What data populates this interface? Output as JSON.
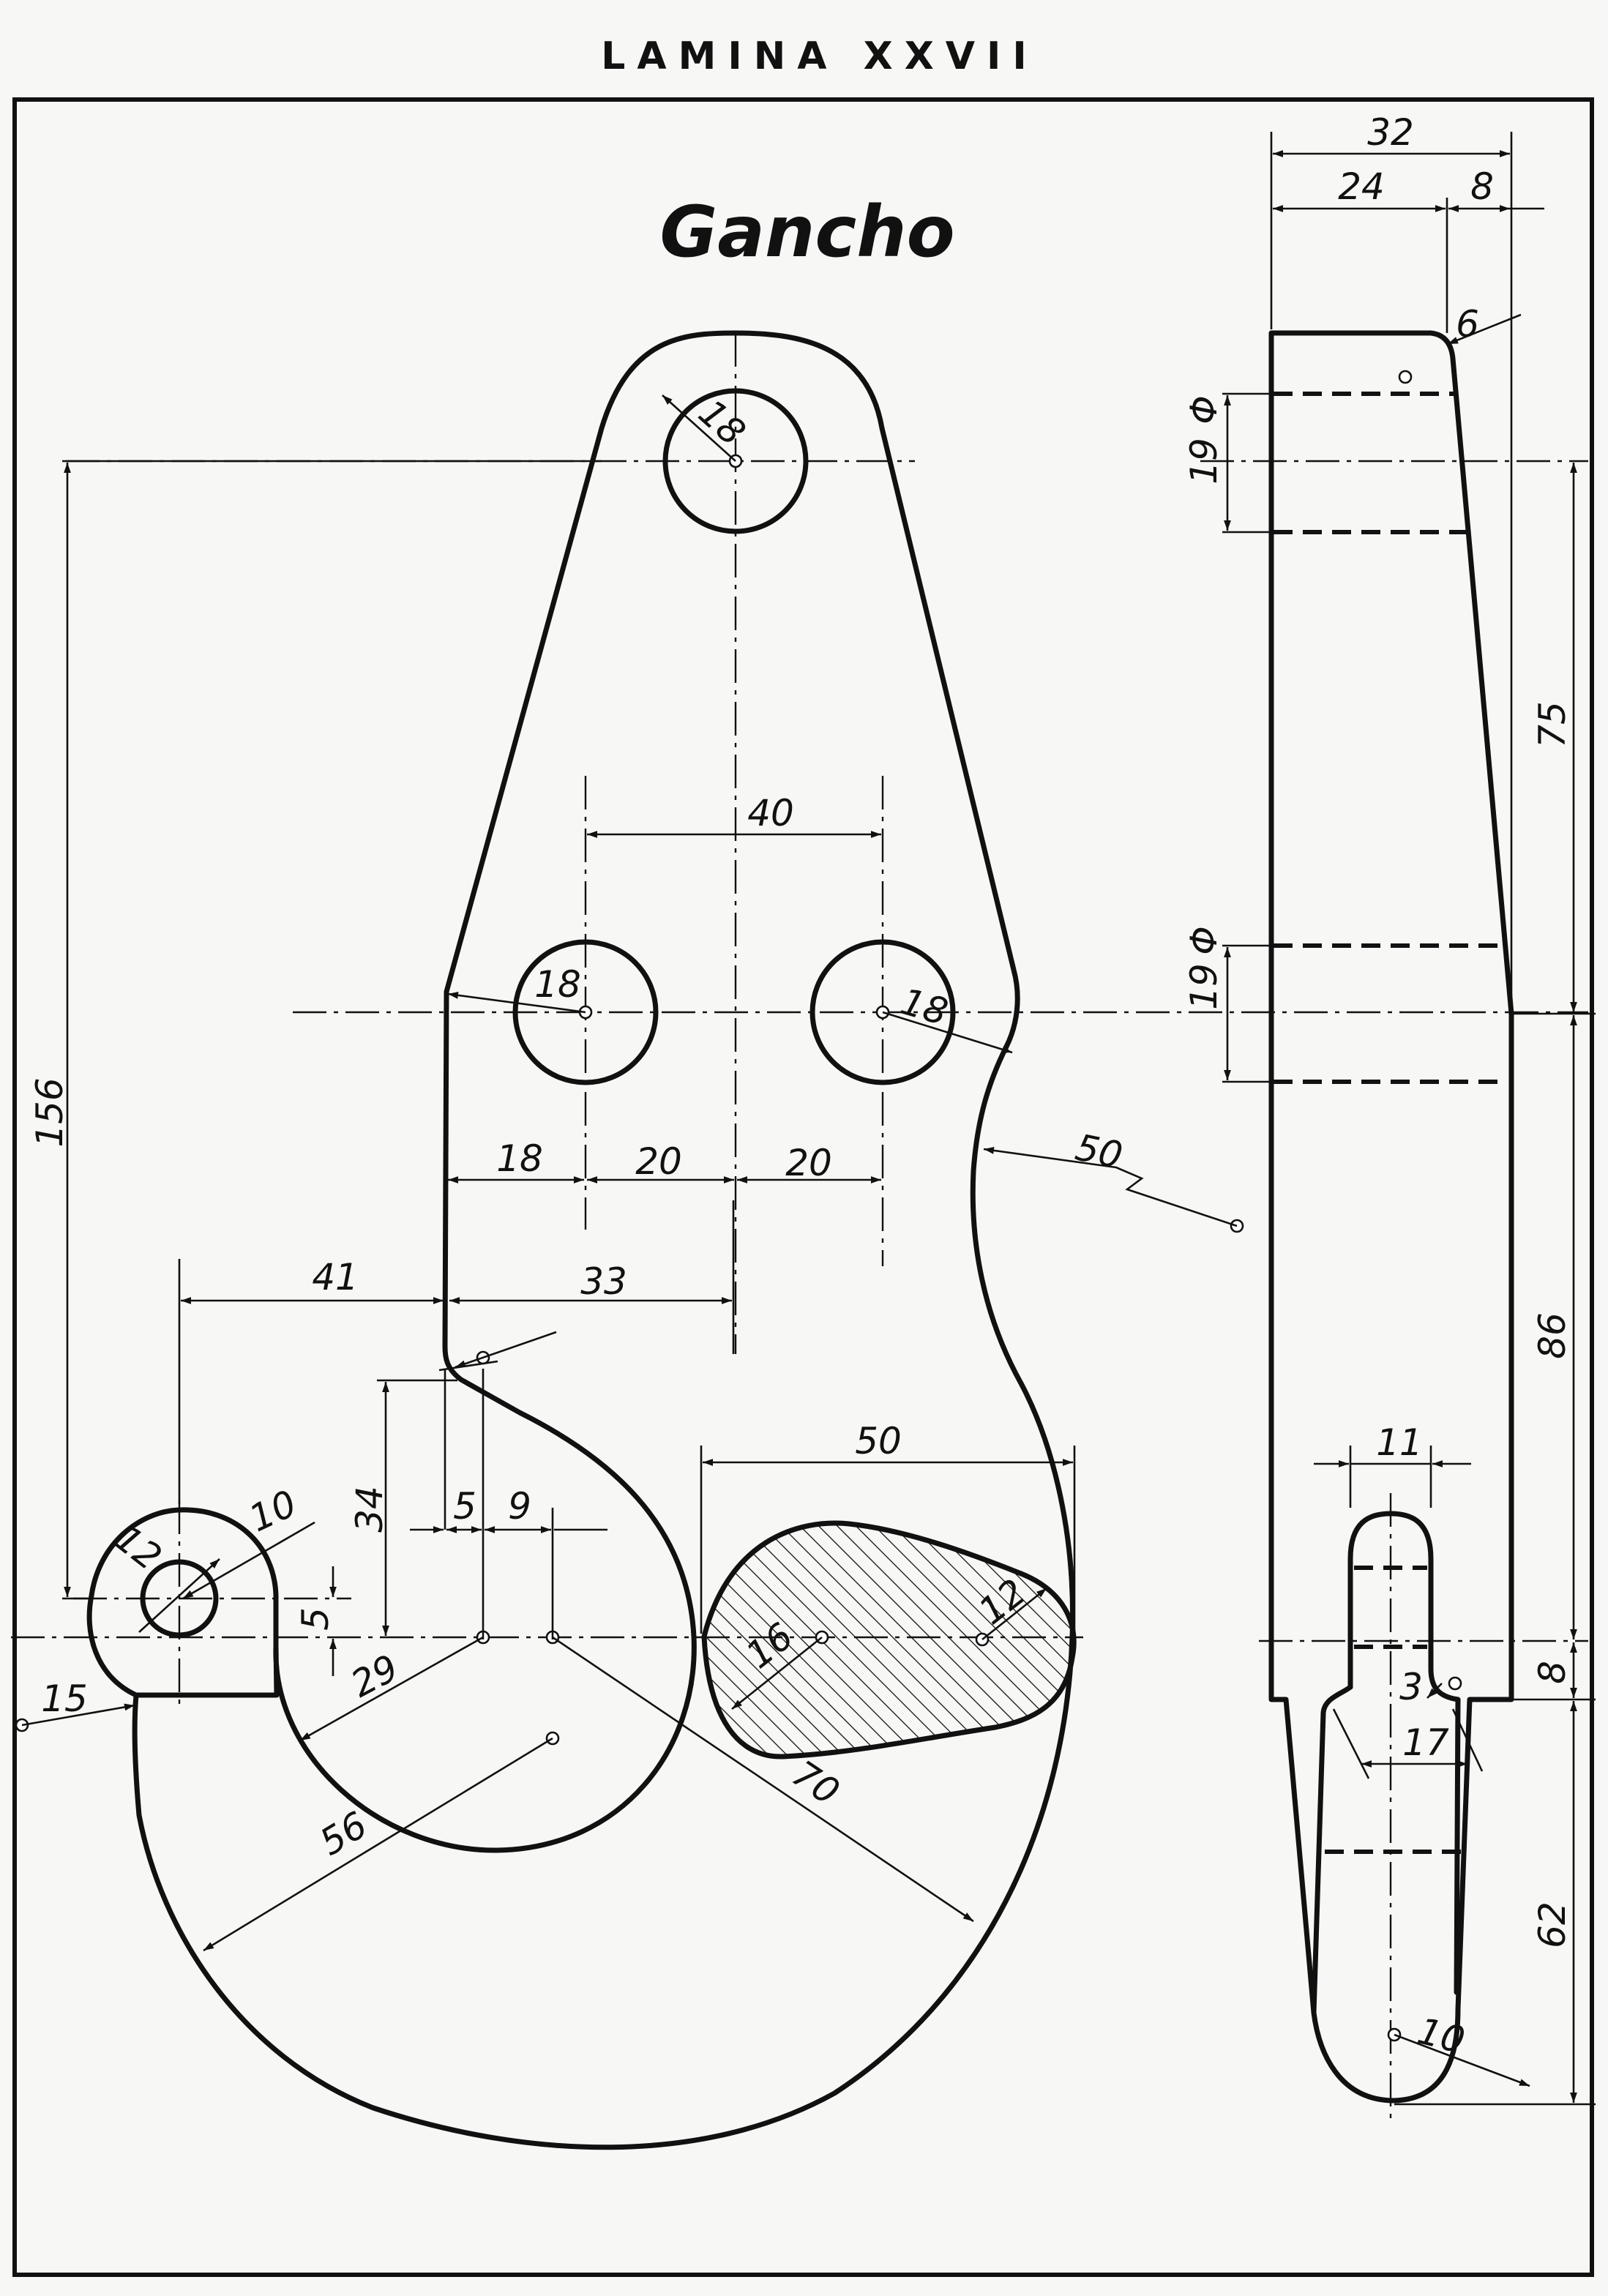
{
  "header": {
    "sheet_label": "LAMINA XXVII"
  },
  "drawing": {
    "title": "Gancho",
    "diameter_symbol": "Φ"
  },
  "front_view": {
    "dims": {
      "d_156": "156",
      "d_18_top": "18",
      "d_40": "40",
      "d_18_left_hole": "18",
      "d_18_right_hole": "18",
      "d_18_a": "18",
      "d_20_a": "20",
      "d_20_b": "20",
      "d_50_r": "50",
      "d_41": "41",
      "d_33": "33",
      "d_34": "34",
      "d_5_a": "5",
      "d_9": "9",
      "d_10": "10",
      "d_12_eye": "12",
      "d_5_b": "5",
      "d_29": "29",
      "d_15": "15",
      "d_50_h": "50",
      "d_16": "16",
      "d_12_sec": "12",
      "d_56": "56",
      "d_70": "70"
    }
  },
  "side_view": {
    "dims": {
      "d_32": "32",
      "d_24": "24",
      "d_8_top": "8",
      "d_6": "6",
      "d_19_top": "19",
      "d_75": "75",
      "d_19_mid": "19",
      "d_86": "86",
      "d_11": "11",
      "d_8_right": "8",
      "d_3": "3",
      "d_17": "17",
      "d_62": "62",
      "d_10": "10"
    }
  }
}
